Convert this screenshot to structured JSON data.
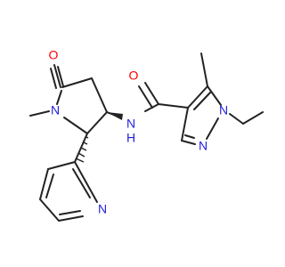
{
  "colors": {
    "background": "#ffffff",
    "carbon_bond": "#222222",
    "nitrogen": "#1f1fdc",
    "oxygen": "#ff0000"
  },
  "atoms": {
    "o_lactam": "O",
    "n_lactam": "N",
    "n_amide": "N",
    "h_amide": "H",
    "o_amide": "O",
    "n_pyrazole1": "N",
    "n_pyrazole2": "N",
    "n_pyridine": "N"
  }
}
